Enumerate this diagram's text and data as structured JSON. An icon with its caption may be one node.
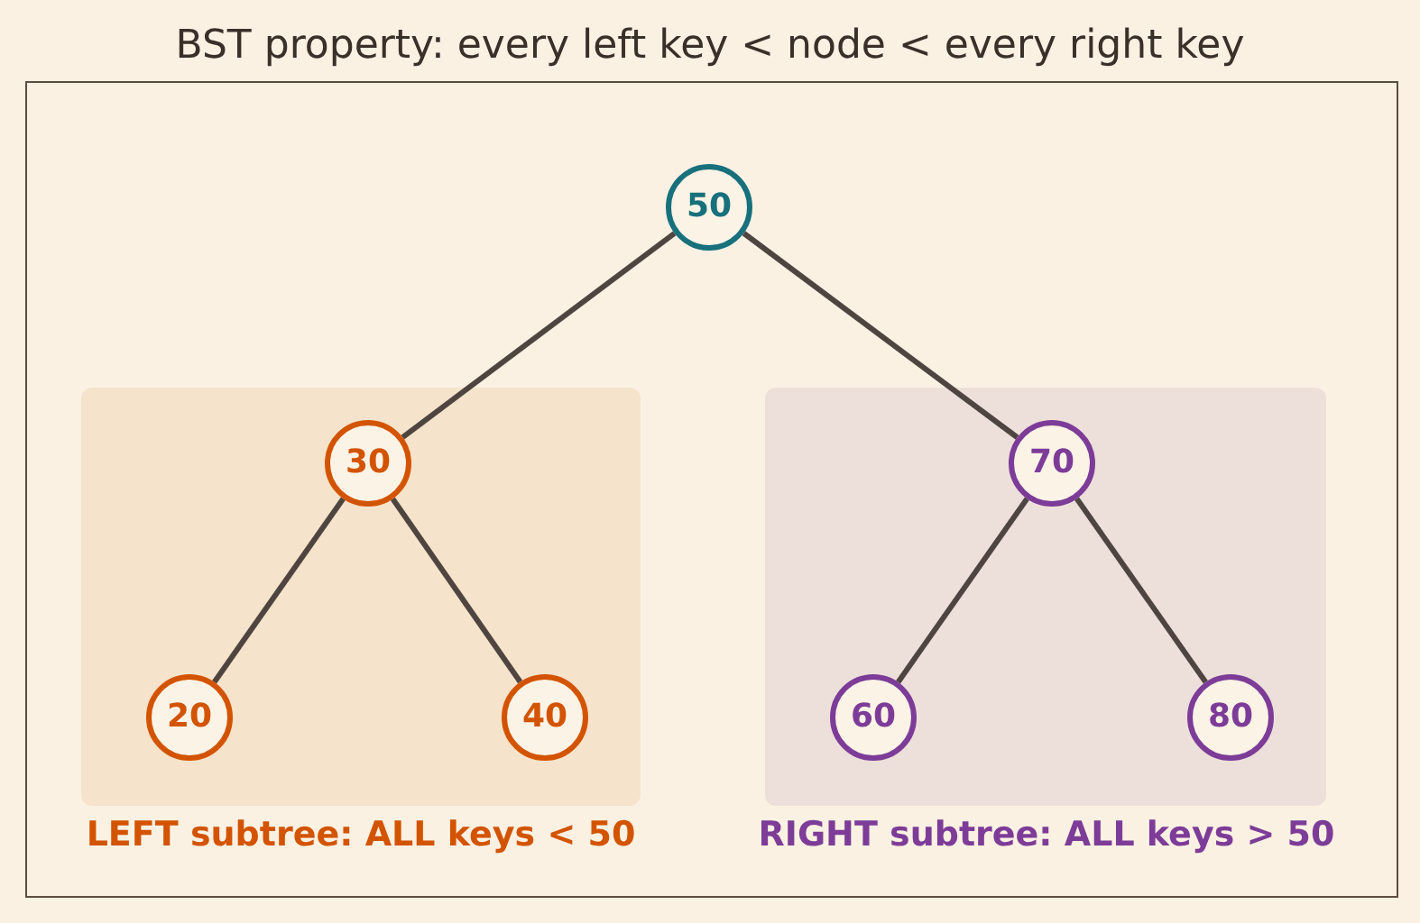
{
  "diagram": {
    "title": "BST property: every left key < node < every right key",
    "nodes": [
      {
        "text": [
          "50"
        ]
      },
      {
        "text": [
          "LEFT subtree: ALL keys < 50"
        ]
      },
      {
        "text": [
          "30"
        ],
        "in": 1
      },
      {
        "text": [
          "20"
        ],
        "in": 1
      },
      {
        "text": [
          "40"
        ],
        "in": 1
      },
      {
        "text": [
          "RIGHT subtree: ALL keys > 50"
        ]
      },
      {
        "text": [
          "70"
        ],
        "in": 5
      },
      {
        "text": [
          "60"
        ],
        "in": 5
      },
      {
        "text": [
          "80"
        ],
        "in": 5
      }
    ],
    "edges": [
      {
        "from": 0,
        "to": 2,
        "arrow": "none"
      },
      {
        "from": 0,
        "to": 6,
        "arrow": "none"
      },
      {
        "from": 2,
        "to": 3,
        "arrow": "none"
      },
      {
        "from": 2,
        "to": 4,
        "arrow": "none"
      },
      {
        "from": 6,
        "to": 7,
        "arrow": "none"
      },
      {
        "from": 6,
        "to": 8,
        "arrow": "none"
      }
    ]
  }
}
